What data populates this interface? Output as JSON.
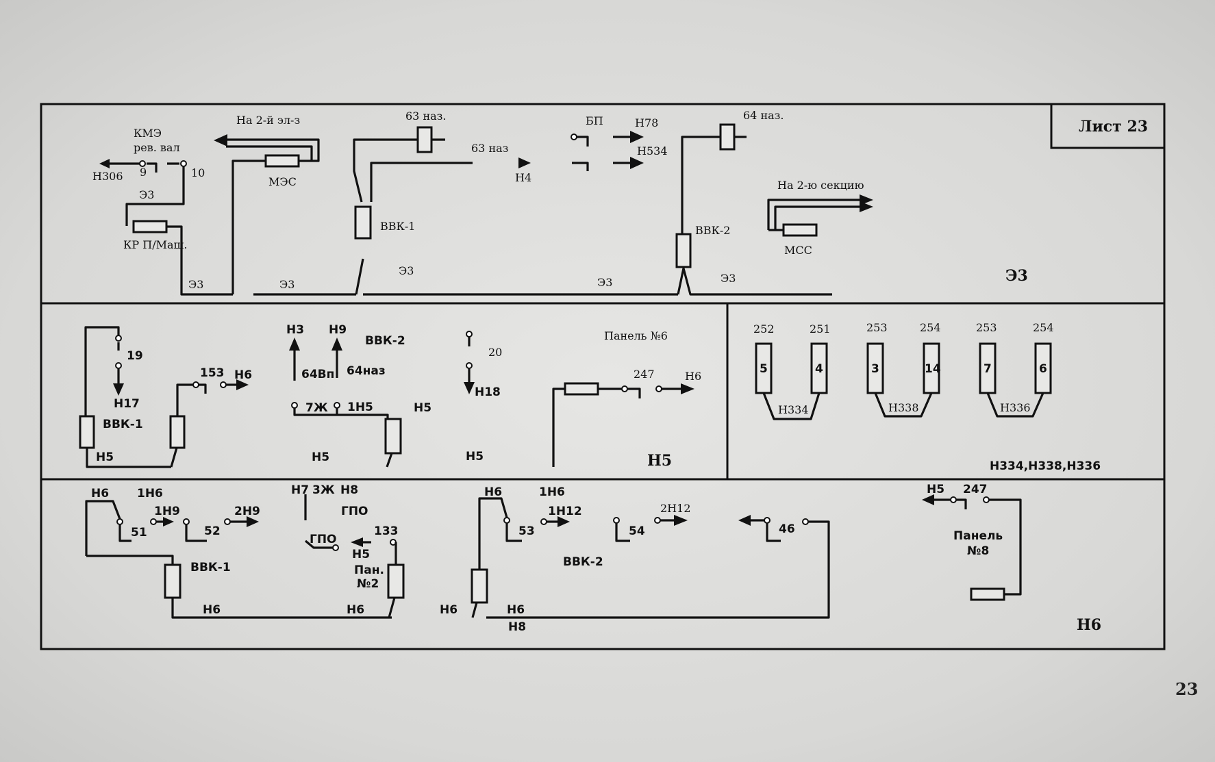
{
  "sheet": "Лист 23",
  "page_number": "23",
  "sections": {
    "e3": "Э3",
    "h5": "Н5",
    "h6": "Н6"
  },
  "top": {
    "kme": "КМЭ",
    "rev_val": "рев. вал",
    "n306": "Н306",
    "c9": "9",
    "c10": "10",
    "e3a": "Э3",
    "kr": "КР П/Маш.",
    "e3b": "Э3",
    "to2el": "На 2-й эл-з",
    "mes": "МЭС",
    "e3c": "Э3",
    "c63naz": "63 наз.",
    "c63naz2": "63 наз",
    "n4": "Н4",
    "bvk1": "ВВК-1",
    "e3d": "Э3",
    "bp": "БП",
    "n78": "Н78",
    "n534": "Н534",
    "e3e": "Э3",
    "c64naz": "64 наз.",
    "bvk2": "ВВК-2",
    "e3f": "Э3",
    "to2sec": "На 2-ю секцию",
    "mss": "МСС"
  },
  "mid": {
    "c19": "19",
    "n17": "Н17",
    "bvk1": "ВВК-1",
    "n5a": "Н5",
    "c153": "153",
    "n6": "Н6",
    "n3": "Н3",
    "n9": "Н9",
    "bvk2": "ВВК-2",
    "c64bp": "64Вп",
    "c64naz": "64наз",
    "c7zh": "7Ж",
    "c1n5": "1Н5",
    "n5b": "Н5",
    "n5c": "Н5",
    "c20": "20",
    "n18": "Н18",
    "n5d": "Н5",
    "panel6": "Панель №6",
    "c247": "247",
    "n6b": "Н6",
    "c252": "252",
    "c251": "251",
    "c253a": "253",
    "c254a": "254",
    "c253b": "253",
    "c254b": "254",
    "n334": "Н334",
    "n338": "Н338",
    "n336": "Н336",
    "summary": "Н334,Н338,Н336",
    "blk5": "5",
    "blk4": "4",
    "blk3": "3",
    "blk14": "14",
    "blk7": "7",
    "blk6": "6"
  },
  "bot": {
    "n6a": "Н6",
    "c1n6": "1Н6",
    "c51": "51",
    "c1n9": "1Н9",
    "c52": "52",
    "c2n9": "2Н9",
    "bvk1": "ВВК-1",
    "n6b": "Н6",
    "n7": "Н7",
    "c3zh": "3Ж",
    "n8": "Н8",
    "gpo": "ГПО",
    "gpo2": "ГПО",
    "n5": "Н5",
    "c133": "133",
    "pan2": "Пан.",
    "pan2n": "№2",
    "n6c": "Н6",
    "n6d": "Н6",
    "n6e": "Н6",
    "c1n6b": "1Н6",
    "c53": "53",
    "c1n12": "1Н12",
    "c54": "54",
    "c2n12": "2Н12",
    "bvk2": "ВВК-2",
    "n6f": "Н6",
    "n8b": "Н8",
    "c46": "46",
    "n5b": "Н5",
    "c247": "247",
    "panel": "Панель",
    "panel_n": "№8"
  }
}
